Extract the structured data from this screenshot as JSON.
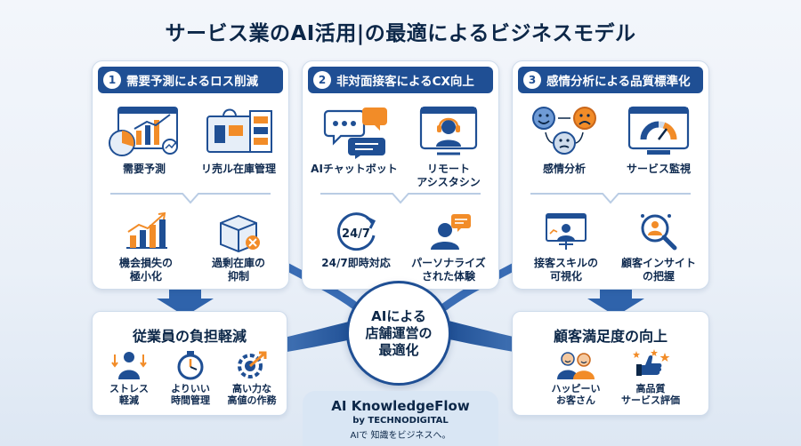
{
  "title": "サービス業のAI活用|の最適によるビジネスモデル",
  "cards": [
    {
      "num": "1",
      "header": "需要予測によるロス削減",
      "items": [
        "需要予測",
        "リ売ル在庫管理",
        "機会損失の\n極小化",
        "過剰在庫の\n抑制"
      ]
    },
    {
      "num": "2",
      "header": "非対面接客によるCX向上",
      "items": [
        "AIチャットボット",
        "リモート\nアシスタシン",
        "24/7即時対応",
        "パーソナライズ\nされた体験"
      ]
    },
    {
      "num": "3",
      "header": "感情分析による品質標準化",
      "items": [
        "感情分析",
        "サービス監視",
        "接客スキルの\n可視化",
        "顧客インサイト\nの把握"
      ]
    }
  ],
  "hub": {
    "line1": "AIによる",
    "line2": "店舗運営の",
    "line3": "最適化"
  },
  "left_outcome": {
    "title": "従業員の負担軽減",
    "items": [
      "ストレス\n軽減",
      "よりいい\n時間管理",
      "高い力な\n高値の作務"
    ]
  },
  "right_outcome": {
    "title": "顧客満足度の向上",
    "items": [
      "ハッピーい\nお客さん",
      "高品質\nサービス評価"
    ]
  },
  "brand": {
    "name": "AI KnowledgeFlow",
    "by": "by TECHNODIGITAL",
    "tagline": "AIで 知識をビジネスへ。"
  },
  "icon_24_7": "24/7",
  "colors": {
    "primary": "#1f4f94",
    "accent": "#f28c28",
    "light": "#e6eef8"
  }
}
